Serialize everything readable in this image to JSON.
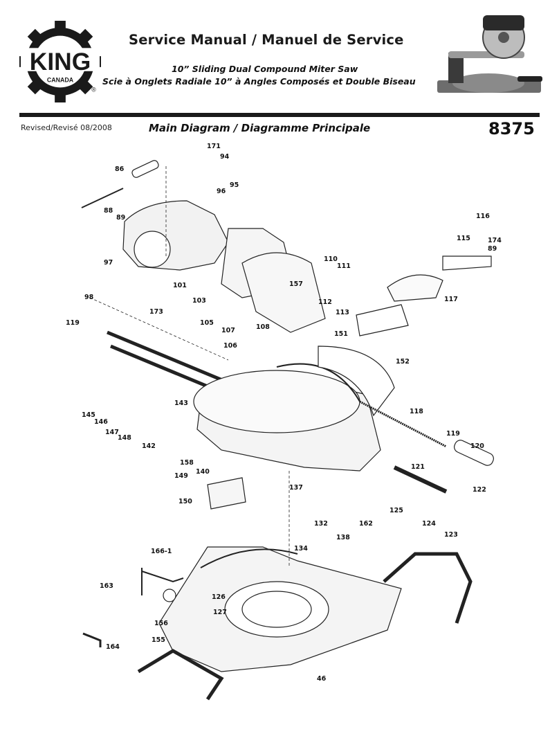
{
  "header": {
    "brand": "KING",
    "brand_sub": "CANADA",
    "registered": "®",
    "title": "Service Manual / Manuel de Service",
    "subtitle_en": "10” Sliding Dual Compound Miter Saw",
    "subtitle_fr": "Scie à Onglets Radiale 10” à Angles Composés et Double Biseau"
  },
  "meta": {
    "revised": "Revised/Revisé 08/2008",
    "diagram_title": "Main Diagram / Diagramme Principale",
    "model": "8375"
  },
  "callouts": [
    "171",
    "94",
    "86",
    "96",
    "95",
    "88",
    "89",
    "116",
    "115",
    "174",
    "89",
    "97",
    "101",
    "110",
    "111",
    "157",
    "112",
    "113",
    "117",
    "98",
    "103",
    "173",
    "119",
    "105",
    "107",
    "108",
    "151",
    "106",
    "152",
    "143",
    "145",
    "146",
    "147",
    "148",
    "118",
    "119",
    "120",
    "142",
    "158",
    "140",
    "149",
    "121",
    "137",
    "122",
    "150",
    "125",
    "162",
    "132",
    "124",
    "123",
    "138",
    "134",
    "166-1",
    "163",
    "126",
    "127",
    "156",
    "155",
    "164",
    "46"
  ],
  "colors": {
    "ink": "#111111",
    "rule": "#1a1a1a"
  }
}
